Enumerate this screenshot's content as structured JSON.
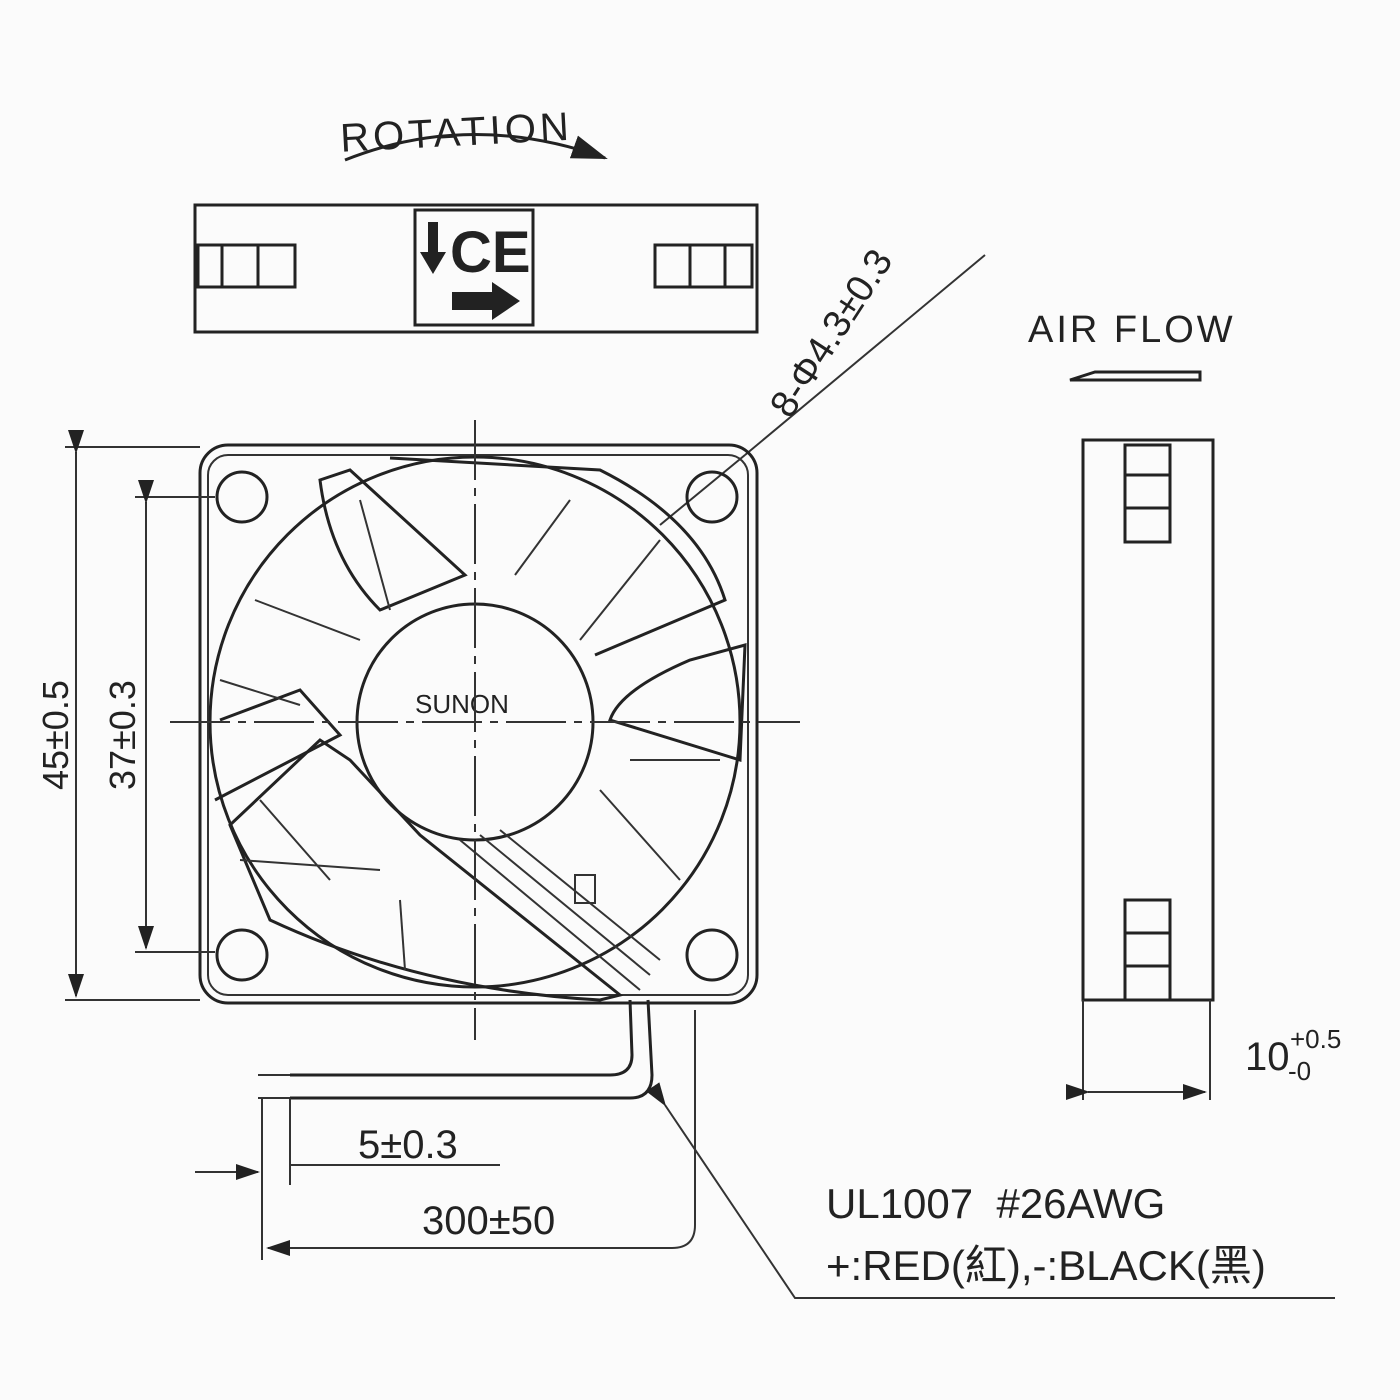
{
  "title_rotation": "ROTATION",
  "label_airflow": "AIR FLOW",
  "brand": "SUNON",
  "ce_mark": "CE",
  "dimensions": {
    "holes": "8-Φ4.3±0.3",
    "outer": "45±0.5",
    "hole_pitch": "37±0.3",
    "thickness": "10",
    "thickness_tol_plus": "+0.5",
    "thickness_tol_minus": "-0",
    "strip": "5±0.3",
    "wire_length": "300±50"
  },
  "wire_spec": {
    "line1": "UL1007  #26AWG",
    "line2": "+:RED(紅),-:BLACK(黑)"
  },
  "colors": {
    "line": "#222222",
    "background": "#fbfbfb"
  }
}
